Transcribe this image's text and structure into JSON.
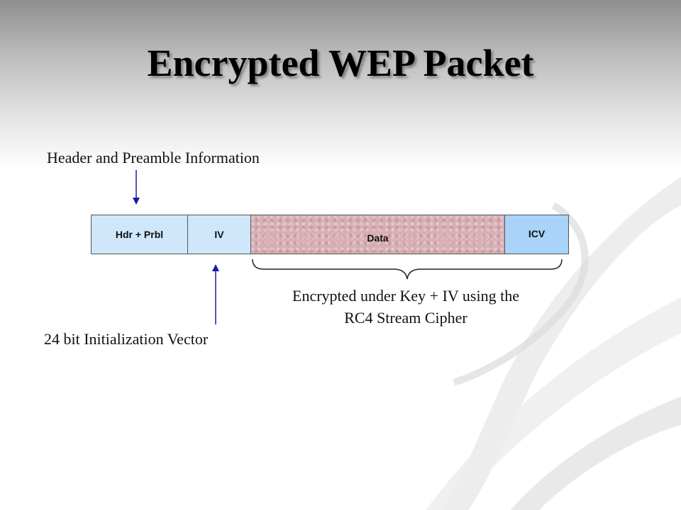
{
  "slide": {
    "title": "Encrypted WEP Packet"
  },
  "labels": {
    "header_info": "Header and Preamble Information",
    "iv_info": "24 bit Initialization Vector",
    "encryption_line1": "Encrypted under Key + IV using the",
    "encryption_line2": "RC4 Stream Cipher"
  },
  "packet": {
    "segments": [
      {
        "label": "Hdr + Prbl",
        "color": "#cfe7fb"
      },
      {
        "label": "IV",
        "color": "#cfe7fb"
      },
      {
        "label": "Data",
        "color": "#d6aeb4"
      },
      {
        "label": "ICV",
        "color": "#a9d3f8"
      }
    ]
  },
  "colors": {
    "arrow": "#1a1aa0"
  }
}
